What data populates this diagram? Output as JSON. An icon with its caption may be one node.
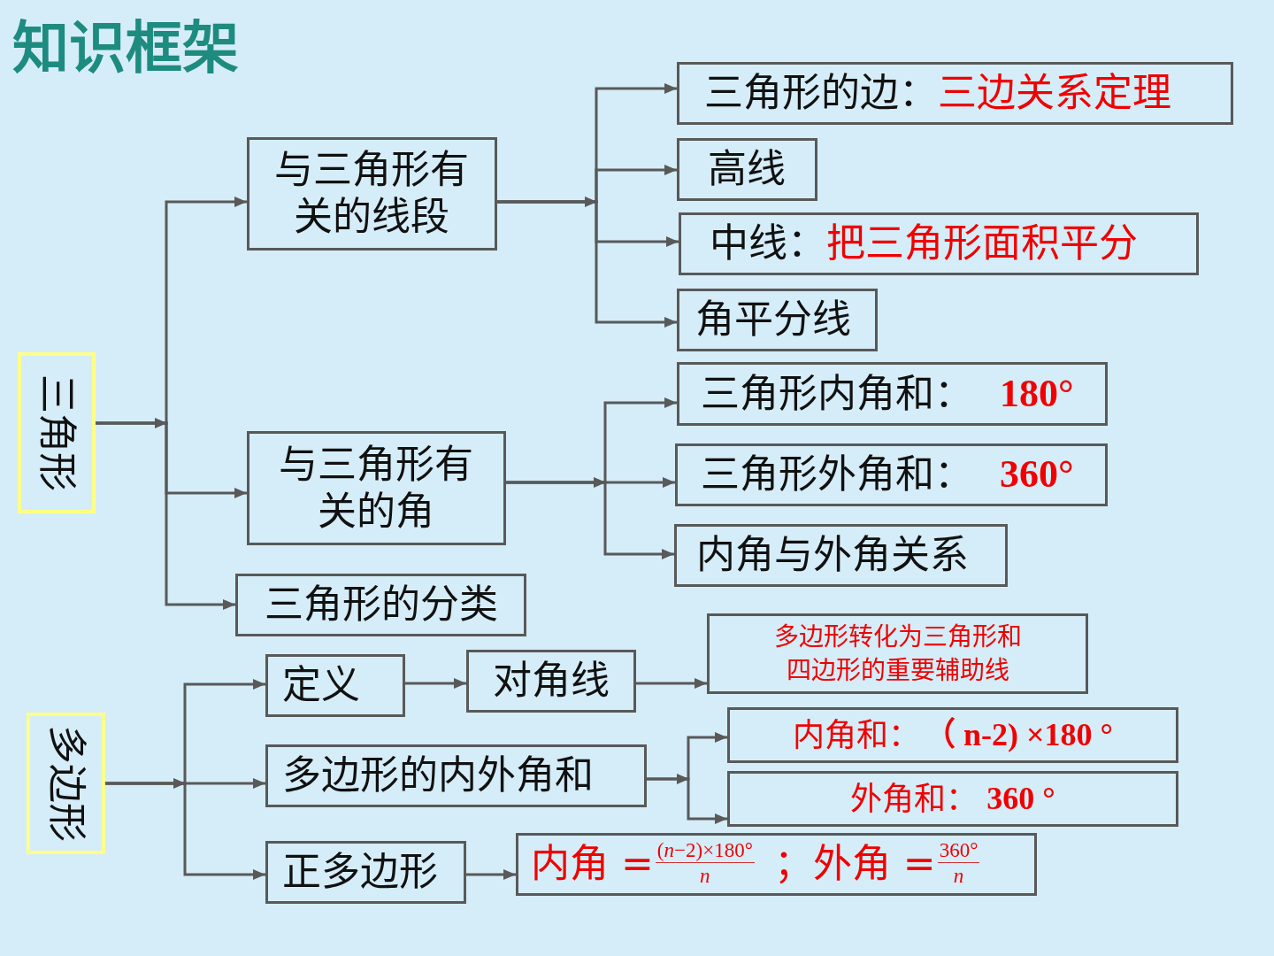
{
  "diagram": {
    "title": "知识框架",
    "nodes": [
      {
        "text": [
          "三角形"
        ]
      },
      {
        "text": [
          "与三角形有关的线段"
        ]
      },
      {
        "text": [
          "与三角形有关的角"
        ]
      },
      {
        "text": [
          "三角形的分类"
        ]
      },
      {
        "text": [
          "三角形的边：",
          "三边关系定理"
        ]
      },
      {
        "text": [
          "高线"
        ]
      },
      {
        "text": [
          "中线：",
          "把三角形面积平分"
        ]
      },
      {
        "text": [
          "角平分线"
        ]
      },
      {
        "text": [
          "三角形内角和：",
          "180°"
        ]
      },
      {
        "text": [
          "三角形外角和：",
          "360°"
        ]
      },
      {
        "text": [
          "内角与外角关系"
        ]
      },
      {
        "text": [
          "多边形"
        ]
      },
      {
        "text": [
          "定义"
        ]
      },
      {
        "text": [
          "对角线"
        ]
      },
      {
        "text": [
          "多边形转化为三角形和四边形的重要辅助线"
        ]
      },
      {
        "text": [
          "多边形的内外角和"
        ]
      },
      {
        "text": [
          "内角和：",
          "（ n-2) ×180 °"
        ]
      },
      {
        "text": [
          "外角和：",
          "360 °"
        ]
      },
      {
        "text": [
          "正多边形"
        ]
      },
      {
        "text": [
          "内角 =",
          "(*n*−2)×180°",
          "n",
          "；外角 =",
          "360°",
          "n"
        ]
      }
    ],
    "edges": [
      {
        "from": 0,
        "to": 1,
        "arrow": "to"
      },
      {
        "from": 0,
        "to": 2,
        "arrow": "to"
      },
      {
        "from": 0,
        "to": 3,
        "arrow": "to"
      },
      {
        "from": 1,
        "to": 4,
        "arrow": "to"
      },
      {
        "from": 1,
        "to": 5,
        "arrow": "to"
      },
      {
        "from": 1,
        "to": 6,
        "arrow": "to"
      },
      {
        "from": 1,
        "to": 7,
        "arrow": "to"
      },
      {
        "from": 2,
        "to": 8,
        "arrow": "to"
      },
      {
        "from": 2,
        "to": 9,
        "arrow": "to"
      },
      {
        "from": 2,
        "to": 10,
        "arrow": "to"
      },
      {
        "from": 11,
        "to": 12,
        "arrow": "to"
      },
      {
        "from": 11,
        "to": 15,
        "arrow": "to"
      },
      {
        "from": 11,
        "to": 18,
        "arrow": "to"
      },
      {
        "from": 12,
        "to": 13,
        "arrow": "to"
      },
      {
        "from": 13,
        "to": 14,
        "arrow": "to"
      },
      {
        "from": 15,
        "to": 16,
        "arrow": "to"
      },
      {
        "from": 15,
        "to": 17,
        "arrow": "to"
      },
      {
        "from": 18,
        "to": 19,
        "arrow": "to"
      }
    ]
  }
}
